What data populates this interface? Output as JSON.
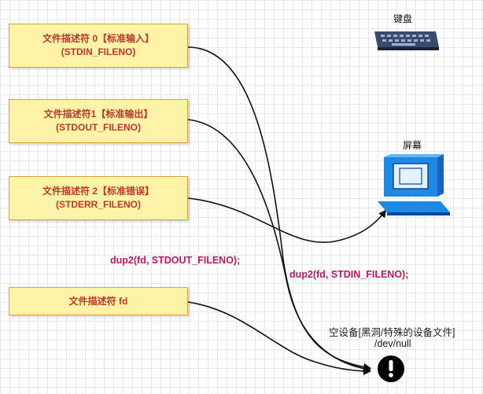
{
  "boxes": [
    {
      "line1": "文件描述符 0【标准输入】",
      "line2": "(STDIN_FILENO)"
    },
    {
      "line1": "文件描述符1【标准输出】",
      "line2": "(STDOUT_FILENO)"
    },
    {
      "line1": "文件描述符 2【标准错误】",
      "line2": "(STDERR_FILENO)"
    },
    {
      "line1": "文件描述符 fd"
    }
  ],
  "calls": {
    "stdout": "dup2(fd, STDOUT_FILENO);",
    "stdin": "dup2(fd, STDIN_FILENO);"
  },
  "devices": {
    "keyboard": "键盘",
    "screen": "屏幕",
    "null_line1": "空设备[黑洞/特殊的设备文件]",
    "null_line2": "/dev/null"
  },
  "colors": {
    "box_fill": "#fff3a8",
    "box_border": "#d9a23a",
    "label_text": "#c0392b",
    "code_text": "#c2185b",
    "screen_blue": "#1e88e5"
  }
}
